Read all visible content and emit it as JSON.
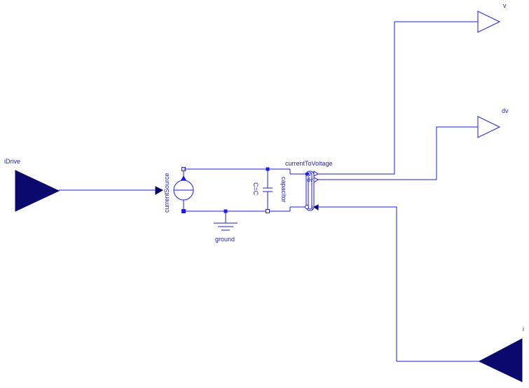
{
  "colors": {
    "background": "#ffffff",
    "wire": "#1a1aff",
    "wire_dark": "#0a0a6e",
    "connector_fill": "#0a0a6e",
    "label": "#1a1acc"
  },
  "labels": {
    "idrive": "iDrive",
    "current_source": "currentSource",
    "ground": "ground",
    "capacitor_value": "C=C",
    "capacitor": "capacitor",
    "current_to_voltage": "currentToVoltage",
    "port_v": "v",
    "port_dv": "dv",
    "port_i": "i",
    "output_v": "v",
    "output_dv": "dv",
    "input_i": "i"
  }
}
